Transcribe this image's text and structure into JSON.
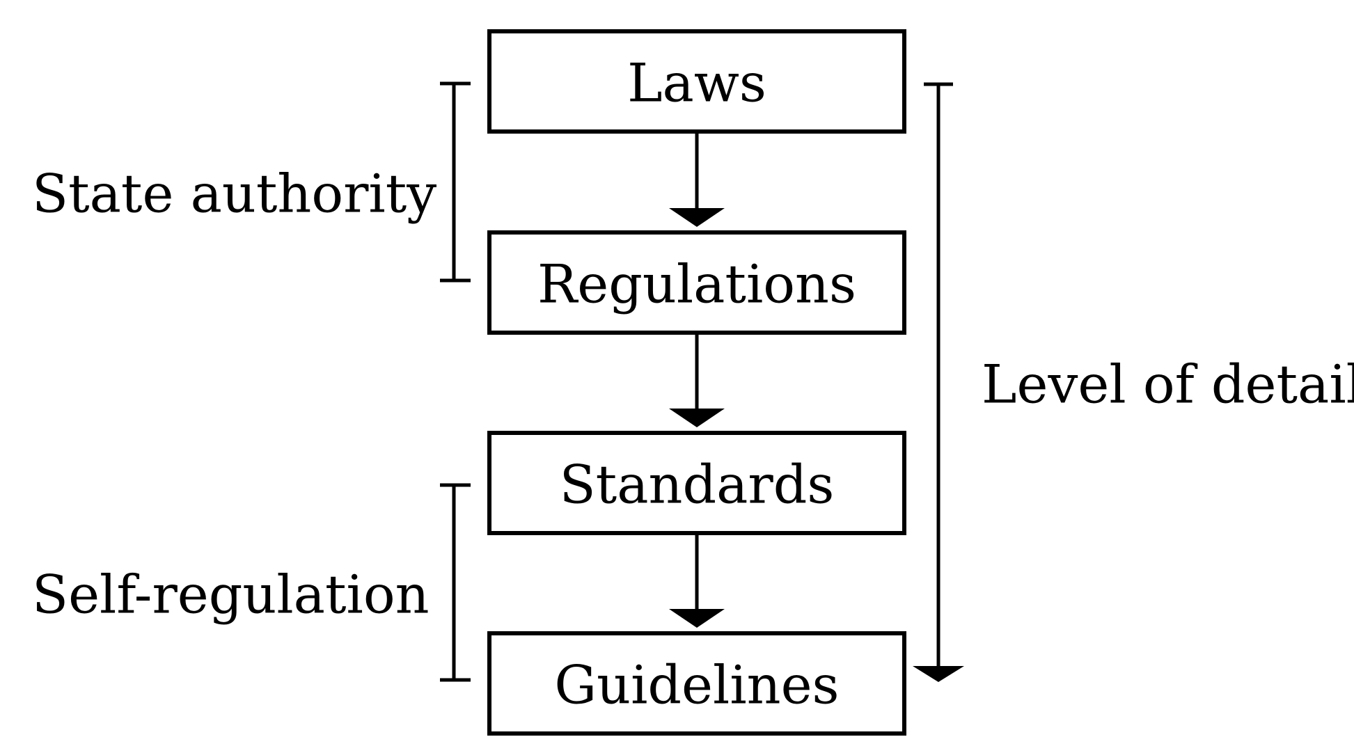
{
  "boxes": [
    {
      "label": "Laws"
    },
    {
      "label": "Regulations"
    },
    {
      "label": "Standards"
    },
    {
      "label": "Guidelines"
    }
  ],
  "groups": {
    "state": {
      "label": "State authority"
    },
    "self": {
      "label": "Self-regulation"
    }
  },
  "axis": {
    "label": "Level of detail"
  }
}
